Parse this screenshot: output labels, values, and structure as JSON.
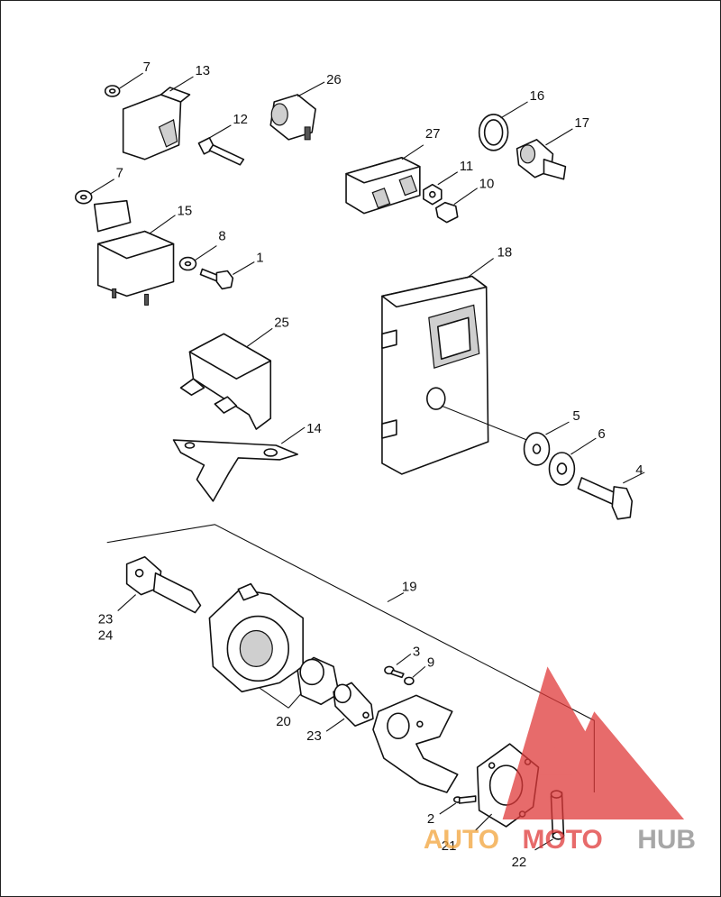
{
  "callouts": {
    "c1": "1",
    "c2": "2",
    "c3": "3",
    "c4": "4",
    "c5": "5",
    "c6": "6",
    "c7a": "7",
    "c7b": "7",
    "c8": "8",
    "c9": "9",
    "c10": "10",
    "c11": "11",
    "c12": "12",
    "c13": "13",
    "c14": "14",
    "c15": "15",
    "c16": "16",
    "c17": "17",
    "c18": "18",
    "c19": "19",
    "c20": "20",
    "c21": "21",
    "c22": "22",
    "c23a": "23",
    "c24": "24",
    "c23b": "23",
    "c25": "25",
    "c26": "26",
    "c27": "27"
  },
  "watermark": {
    "text_auto": "AUTO",
    "text_moto": "MOTO",
    "text_hub": "HUB",
    "color_red": "#e03a3a",
    "color_orange": "#f2a33a",
    "color_gray": "#8a8a8a"
  }
}
